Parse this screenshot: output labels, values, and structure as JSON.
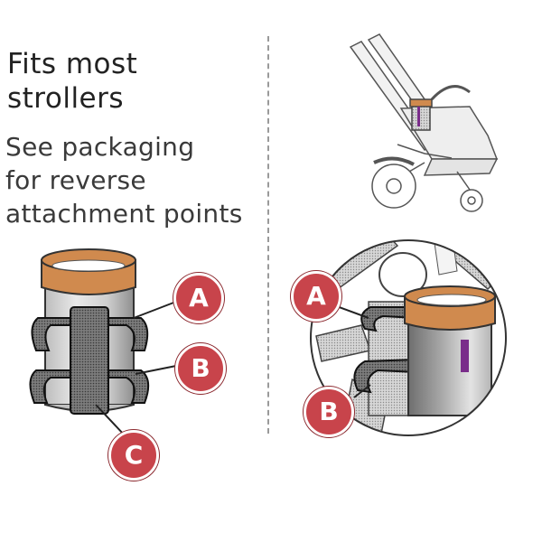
{
  "heading": {
    "line1": "Fits most",
    "line2": "strollers"
  },
  "subtext": {
    "line1": "See packaging",
    "line2": "for reverse",
    "line3": "attachment points"
  },
  "callouts": {
    "left": {
      "a": "A",
      "b": "B",
      "c": "C"
    },
    "right": {
      "a": "A",
      "b": "B"
    }
  },
  "colors": {
    "callout": "#c8444b",
    "cup_rim": "#d08a4e",
    "strap": "#222222",
    "accent_purple": "#7a2d8a"
  }
}
